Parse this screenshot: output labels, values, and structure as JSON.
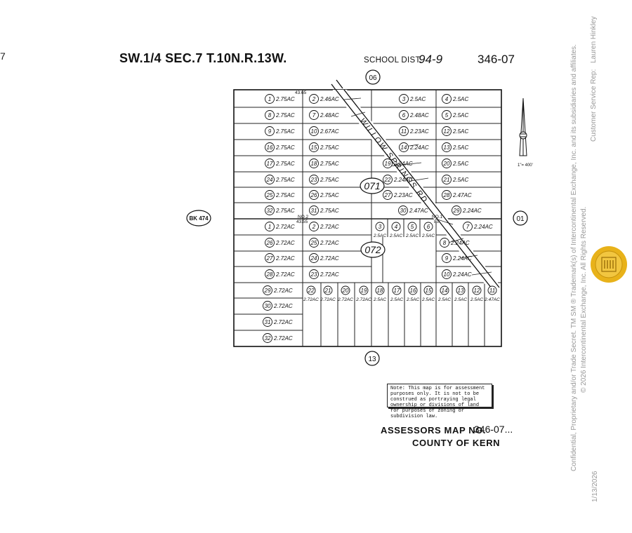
{
  "header": {
    "title": "SW.1/4 SEC.7 T.10N.R.13W.",
    "school_dist_label": "SCHOOL DIST.",
    "school_dist_value": "94-9",
    "map_number": "346-07",
    "left_mark": "7"
  },
  "sheet_refs": {
    "top": "06",
    "bottom": "13",
    "right": "01",
    "left": "BK 474"
  },
  "parcel_groups": [
    "071",
    "072"
  ],
  "road": {
    "name": "WILLOW SPRINGS RD."
  },
  "north_arrow": {
    "scale": "1\"= 400'"
  },
  "survey_marks": {
    "m1": "43.65",
    "m2a": "NO.2",
    "m2b": "43.55",
    "m3a": "NO.1",
    "m3b": "80"
  },
  "parcels_071": [
    {
      "id": "1",
      "area": "2.75AC"
    },
    {
      "id": "2",
      "area": "2.46AC"
    },
    {
      "id": "3",
      "area": "2.5AC"
    },
    {
      "id": "4",
      "area": "2.5AC"
    },
    {
      "id": "8",
      "area": "2.75AC"
    },
    {
      "id": "7",
      "area": "2.48AC"
    },
    {
      "id": "6",
      "area": "2.48AC"
    },
    {
      "id": "5",
      "area": "2.5AC"
    },
    {
      "id": "9",
      "area": "2.75AC"
    },
    {
      "id": "10",
      "area": "2.67AC"
    },
    {
      "id": "11",
      "area": "2.23AC"
    },
    {
      "id": "12",
      "area": "2.5AC"
    },
    {
      "id": "16",
      "area": "2.75AC"
    },
    {
      "id": "15",
      "area": "2.75AC"
    },
    {
      "id": "14",
      "area": "2.24AC"
    },
    {
      "id": "13",
      "area": "2.5AC"
    },
    {
      "id": "17",
      "area": "2.75AC"
    },
    {
      "id": "18",
      "area": "2.75AC"
    },
    {
      "id": "19",
      "area": "2.24AC"
    },
    {
      "id": "20",
      "area": "2.5AC"
    },
    {
      "id": "24",
      "area": "2.75AC"
    },
    {
      "id": "23",
      "area": "2.75AC"
    },
    {
      "id": "22",
      "area": "2.24AC"
    },
    {
      "id": "21",
      "area": "2.5AC"
    },
    {
      "id": "25",
      "area": "2.75AC"
    },
    {
      "id": "26",
      "area": "2.75AC"
    },
    {
      "id": "27",
      "area": "2.23AC"
    },
    {
      "id": "28",
      "area": "2.47AC"
    },
    {
      "id": "32",
      "area": "2.75AC"
    },
    {
      "id": "31",
      "area": "2.75AC"
    },
    {
      "id": "30",
      "area": "2.47AC"
    },
    {
      "id": "29",
      "area": "2.24AC"
    }
  ],
  "parcels_072": [
    {
      "id": "1",
      "area": "2.72AC"
    },
    {
      "id": "2",
      "area": "2.72AC"
    },
    {
      "id": "3",
      "area": "2.5AC"
    },
    {
      "id": "4",
      "area": "2.5AC"
    },
    {
      "id": "5",
      "area": "2.5AC"
    },
    {
      "id": "6",
      "area": "2.5AC"
    },
    {
      "id": "7",
      "area": "2.24AC"
    },
    {
      "id": "26",
      "area": "2.72AC"
    },
    {
      "id": "25",
      "area": "2.72AC"
    },
    {
      "id": "8",
      "area": "2.24AC"
    },
    {
      "id": "27",
      "area": "2.72AC"
    },
    {
      "id": "24",
      "area": "2.72AC"
    },
    {
      "id": "9",
      "area": "2.24AC"
    },
    {
      "id": "28",
      "area": "2.72AC"
    },
    {
      "id": "23",
      "area": "2.72AC"
    },
    {
      "id": "10",
      "area": "2.24AC"
    },
    {
      "id": "29",
      "area": "2.72AC"
    },
    {
      "id": "30",
      "area": "2.72AC"
    },
    {
      "id": "31",
      "area": "2.72AC"
    },
    {
      "id": "32",
      "area": "2.72AC"
    },
    {
      "id": "22",
      "area": "2.72AC"
    },
    {
      "id": "21",
      "area": "2.72AC"
    },
    {
      "id": "20",
      "area": "2.72AC"
    },
    {
      "id": "19",
      "area": "2.72AC"
    },
    {
      "id": "18",
      "area": "2.5AC"
    },
    {
      "id": "17",
      "area": "2.5AC"
    },
    {
      "id": "16",
      "area": "2.5AC"
    },
    {
      "id": "15",
      "area": "2.5AC"
    },
    {
      "id": "14",
      "area": "2.5AC"
    },
    {
      "id": "13",
      "area": "2.5AC"
    },
    {
      "id": "12",
      "area": "2.5AC"
    },
    {
      "id": "11",
      "area": "2.47AC"
    }
  ],
  "note": "Note: This map is for assessment purposes only. It is not to be construed as portraying legal ownership or divisions of land for purposes of zoning or subdivision law.",
  "footer": {
    "assessors_label": "ASSESSORS MAP NO.",
    "assessors_number": "346-07...",
    "county": "COUNTY OF KERN"
  },
  "watermark": {
    "confidential": "Confidential, Proprietary and/or Trade Secret.  TM SM ® Trademark(s) of Intercontinental Exchange, Inc. and its subsidiaries and affiliates.",
    "copyright": "© 2026 Intercontinental Exchange, Inc. All Rights Reserved.",
    "rep_label": "Customer Service Rep:",
    "rep_name": "Lauren Hinkley",
    "date": "1/13/2026",
    "seal_color": "#E8B21A"
  }
}
